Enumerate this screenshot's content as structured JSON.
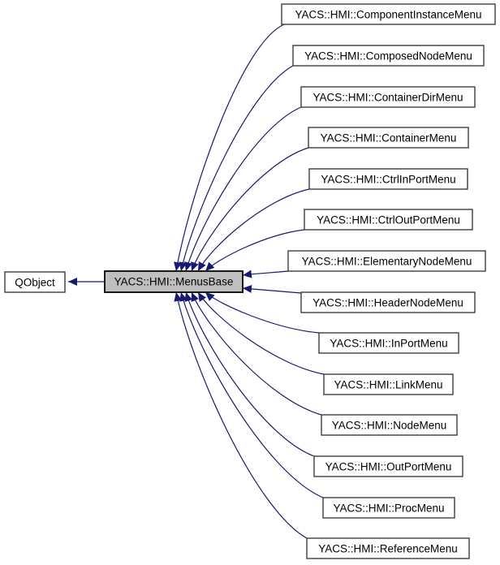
{
  "graph": {
    "parent": {
      "label": "QObject"
    },
    "base": {
      "label": "YACS::HMI::MenusBase"
    },
    "derived": [
      {
        "label": "YACS::HMI::ComponentInstanceMenu"
      },
      {
        "label": "YACS::HMI::ComposedNodeMenu"
      },
      {
        "label": "YACS::HMI::ContainerDirMenu"
      },
      {
        "label": "YACS::HMI::ContainerMenu"
      },
      {
        "label": "YACS::HMI::CtrlInPortMenu"
      },
      {
        "label": "YACS::HMI::CtrlOutPortMenu"
      },
      {
        "label": "YACS::HMI::ElementaryNodeMenu"
      },
      {
        "label": "YACS::HMI::HeaderNodeMenu"
      },
      {
        "label": "YACS::HMI::InPortMenu"
      },
      {
        "label": "YACS::HMI::LinkMenu"
      },
      {
        "label": "YACS::HMI::NodeMenu"
      },
      {
        "label": "YACS::HMI::OutPortMenu"
      },
      {
        "label": "YACS::HMI::ProcMenu"
      },
      {
        "label": "YACS::HMI::ReferenceMenu"
      }
    ]
  },
  "colors": {
    "edge": "#191970",
    "node_fill": "#ffffff",
    "node_border": "#3d3d3d",
    "base_node_fill": "#bfbfbf",
    "base_node_border": "#1a1a1a",
    "text": "#000000",
    "background": "#ffffff"
  }
}
